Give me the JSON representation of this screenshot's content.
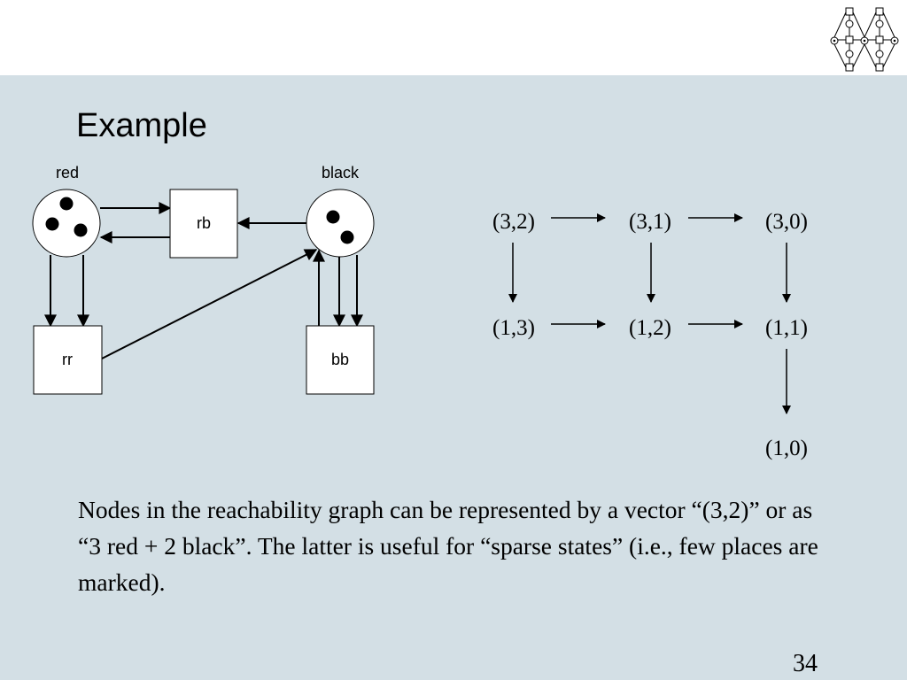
{
  "slide": {
    "title": "Example",
    "page_number": "34",
    "body_text": "Nodes in the reachability graph can be represented by a vector “(3,2)” or as “3 red + 2 black”. The latter is useful for “sparse states” (i.e., few places are marked)."
  },
  "petri_net": {
    "places": [
      {
        "label": "red",
        "tokens": 3
      },
      {
        "label": "black",
        "tokens": 2
      }
    ],
    "transitions": [
      {
        "label": "rb"
      },
      {
        "label": "rr"
      },
      {
        "label": "bb"
      }
    ]
  },
  "reachability_graph": {
    "nodes": [
      "(3,2)",
      "(3,1)",
      "(3,0)",
      "(1,3)",
      "(1,2)",
      "(1,1)",
      "(1,0)"
    ],
    "edges": [
      [
        "(3,2)",
        "(3,1)"
      ],
      [
        "(3,1)",
        "(3,0)"
      ],
      [
        "(3,2)",
        "(1,3)"
      ],
      [
        "(3,1)",
        "(1,2)"
      ],
      [
        "(3,0)",
        "(1,1)"
      ],
      [
        "(1,3)",
        "(1,2)"
      ],
      [
        "(1,2)",
        "(1,1)"
      ],
      [
        "(1,1)",
        "(1,0)"
      ]
    ]
  },
  "logo": {
    "icon": "petri-net-logo-icon"
  }
}
